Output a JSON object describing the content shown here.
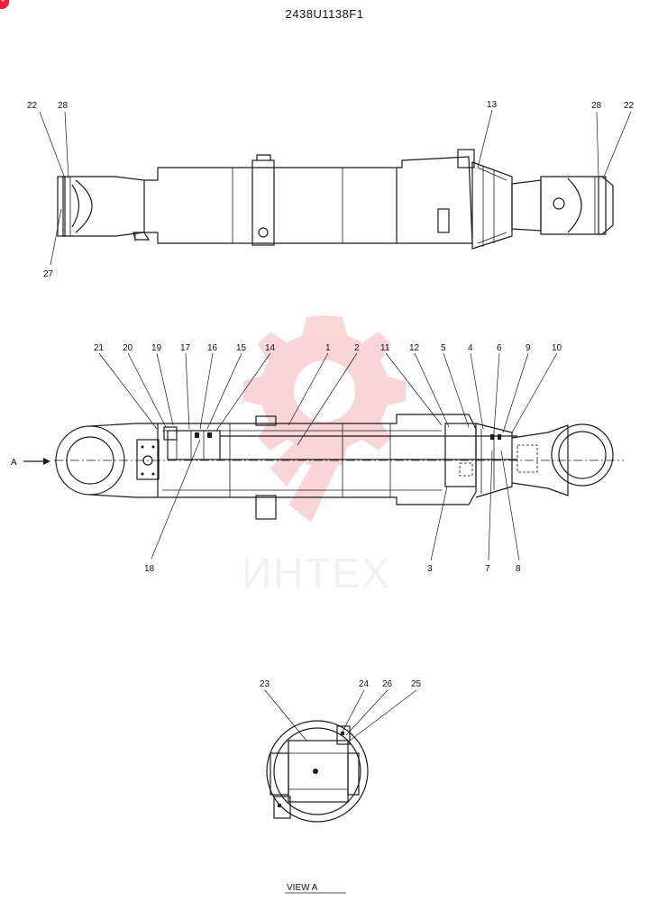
{
  "document": {
    "drawing_number": "2438U1138F1",
    "view_label": "VIEW  A",
    "view_arrow_label": "A"
  },
  "watermark": {
    "text": "ИНТЕХ",
    "color": "#f08a93"
  },
  "callouts": {
    "top_view": [
      "22",
      "28",
      "27",
      "13",
      "28",
      "22"
    ],
    "section_view": [
      "21",
      "20",
      "19",
      "17",
      "16",
      "15",
      "14",
      "1",
      "2",
      "11",
      "12",
      "5",
      "4",
      "6",
      "9",
      "10",
      "18",
      "3",
      "7",
      "8"
    ],
    "end_view": [
      "23",
      "24",
      "26",
      "25"
    ]
  }
}
